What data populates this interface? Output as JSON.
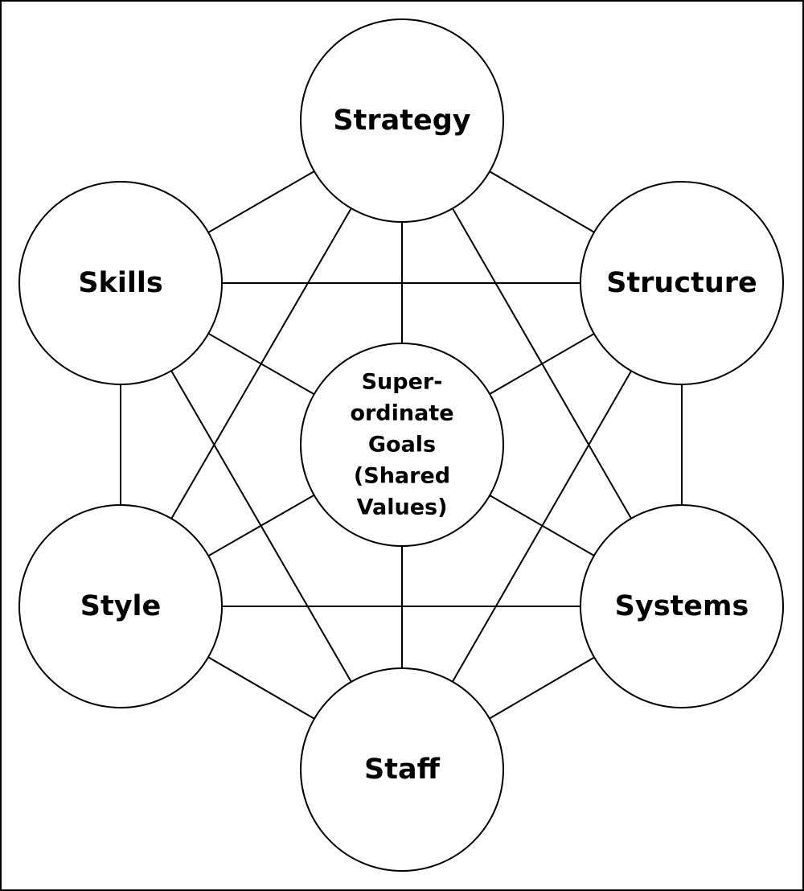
{
  "diagram": {
    "nodes": [
      {
        "id": "strategy",
        "label": [
          "Strategy"
        ]
      },
      {
        "id": "structure",
        "label": [
          "Structure"
        ]
      },
      {
        "id": "systems",
        "label": [
          "Systems"
        ]
      },
      {
        "id": "staff",
        "label": [
          "Staff"
        ]
      },
      {
        "id": "style",
        "label": [
          "Style"
        ]
      },
      {
        "id": "skills",
        "label": [
          "Skills"
        ]
      },
      {
        "id": "shared-values",
        "label": [
          "Super-",
          "ordinate",
          "Goals",
          "(Shared",
          "Values)"
        ]
      }
    ],
    "edges": [
      [
        "strategy",
        "structure"
      ],
      [
        "structure",
        "systems"
      ],
      [
        "systems",
        "staff"
      ],
      [
        "staff",
        "style"
      ],
      [
        "style",
        "skills"
      ],
      [
        "skills",
        "strategy"
      ],
      [
        "strategy",
        "systems"
      ],
      [
        "strategy",
        "style"
      ],
      [
        "structure",
        "staff"
      ],
      [
        "structure",
        "skills"
      ],
      [
        "systems",
        "style"
      ],
      [
        "staff",
        "skills"
      ],
      [
        "shared-values",
        "strategy"
      ],
      [
        "shared-values",
        "structure"
      ],
      [
        "shared-values",
        "systems"
      ],
      [
        "shared-values",
        "staff"
      ],
      [
        "shared-values",
        "style"
      ],
      [
        "shared-values",
        "skills"
      ]
    ]
  }
}
